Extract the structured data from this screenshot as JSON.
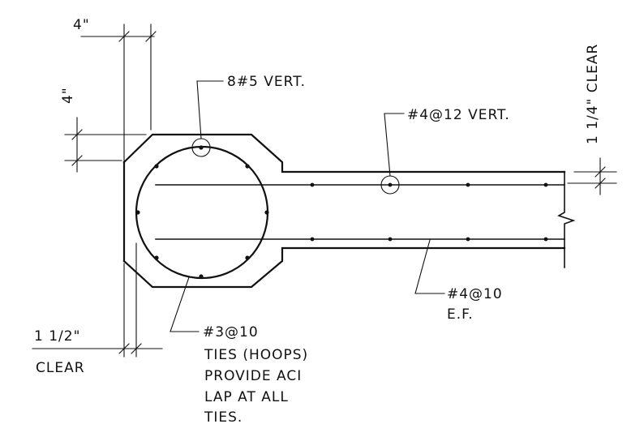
{
  "dimensions": {
    "top_width": "4\"",
    "left_height": "4\"",
    "side_clear_value": "1 1/2\"",
    "side_clear_word": "CLEAR",
    "face_clear": "1 1/4\" CLEAR"
  },
  "callouts": {
    "column_bars": "8#5 VERT.",
    "wall_vertical_bars": "#4@12 VERT.",
    "wall_horizontal_bars_line1": "#4@10",
    "wall_horizontal_bars_line2": "E.F.",
    "ties_lines": [
      "#3@10",
      "TIES (HOOPS)",
      "PROVIDE ACI",
      "LAP AT ALL",
      "TIES."
    ]
  }
}
